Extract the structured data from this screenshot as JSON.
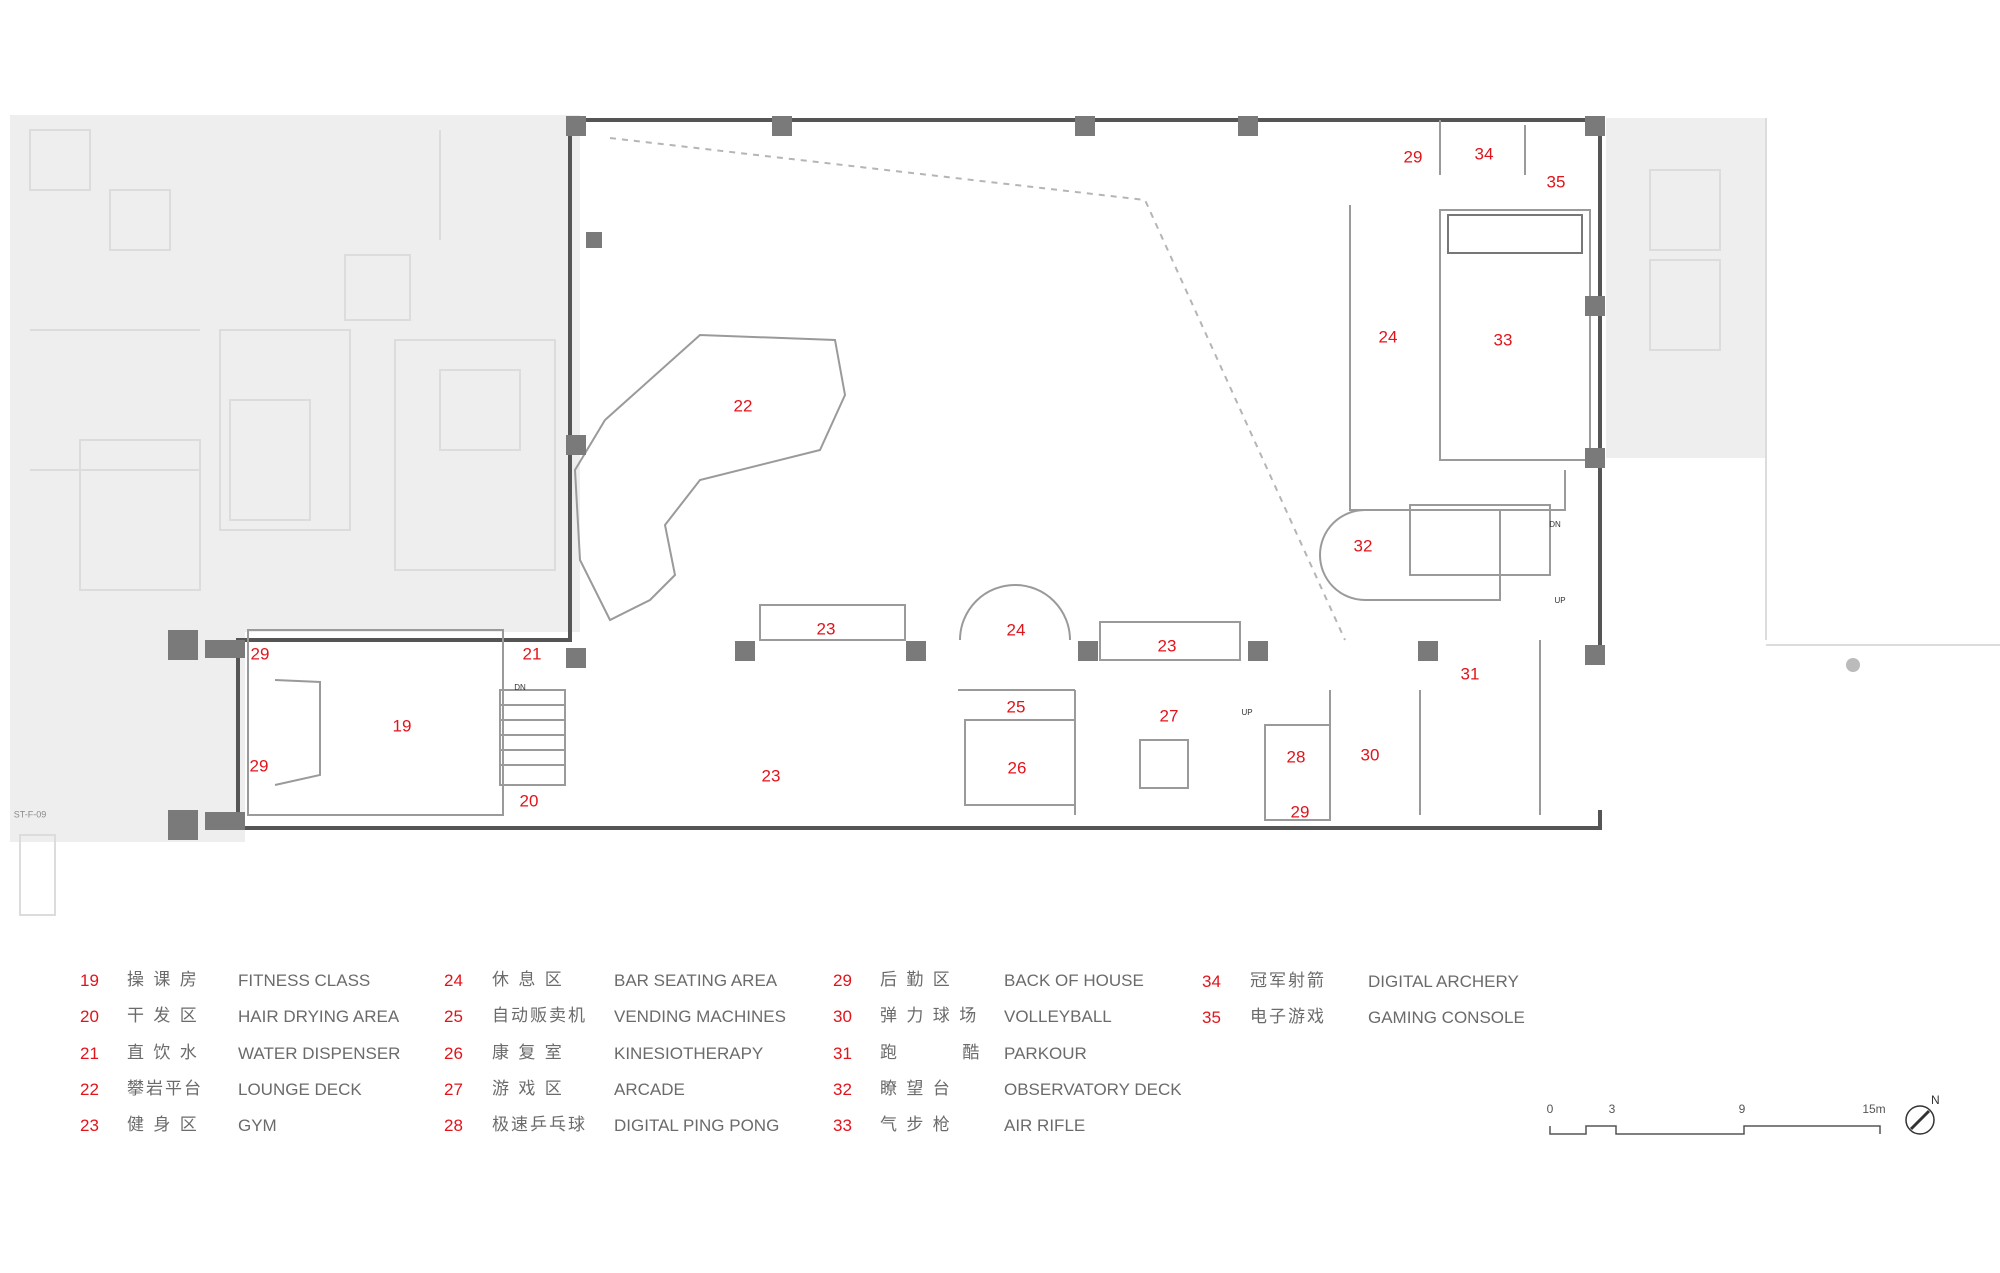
{
  "rooms": [
    {
      "id": "r19",
      "num": "19"
    },
    {
      "id": "r20",
      "num": "20"
    },
    {
      "id": "r21",
      "num": "21"
    },
    {
      "id": "r22",
      "num": "22"
    },
    {
      "id": "r23a",
      "num": "23"
    },
    {
      "id": "r23b",
      "num": "23"
    },
    {
      "id": "r23c",
      "num": "23"
    },
    {
      "id": "r24a",
      "num": "24"
    },
    {
      "id": "r24b",
      "num": "24"
    },
    {
      "id": "r25",
      "num": "25"
    },
    {
      "id": "r26",
      "num": "26"
    },
    {
      "id": "r27",
      "num": "27"
    },
    {
      "id": "r28",
      "num": "28"
    },
    {
      "id": "r29a",
      "num": "29"
    },
    {
      "id": "r29b",
      "num": "29"
    },
    {
      "id": "r29c",
      "num": "29"
    },
    {
      "id": "r29d",
      "num": "29"
    },
    {
      "id": "r30",
      "num": "30"
    },
    {
      "id": "r31",
      "num": "31"
    },
    {
      "id": "r32",
      "num": "32"
    },
    {
      "id": "r33",
      "num": "33"
    },
    {
      "id": "r34",
      "num": "34"
    },
    {
      "id": "r35",
      "num": "35"
    }
  ],
  "legend": [
    {
      "num": "19",
      "cn": "操 课 房",
      "en": "FITNESS CLASS"
    },
    {
      "num": "20",
      "cn": "干 发 区",
      "en": "HAIR DRYING AREA"
    },
    {
      "num": "21",
      "cn": "直 饮 水",
      "en": "WATER DISPENSER"
    },
    {
      "num": "22",
      "cn": "攀岩平台",
      "en": "LOUNGE DECK"
    },
    {
      "num": "23",
      "cn": "健 身 区",
      "en": "GYM"
    },
    {
      "num": "24",
      "cn": "休 息 区",
      "en": "BAR SEATING AREA"
    },
    {
      "num": "25",
      "cn": "自动贩卖机",
      "en": "VENDING MACHINES"
    },
    {
      "num": "26",
      "cn": "康 复 室",
      "en": "KINESIOTHERAPY"
    },
    {
      "num": "27",
      "cn": "游 戏 区",
      "en": "ARCADE"
    },
    {
      "num": "28",
      "cn": "极速乒乓球",
      "en": "DIGITAL PING PONG"
    },
    {
      "num": "29",
      "cn": "后 勤 区",
      "en": "BACK OF HOUSE"
    },
    {
      "num": "30",
      "cn": "弹 力 球 场",
      "en": "VOLLEYBALL"
    },
    {
      "num": "31",
      "cn": "跑 酷",
      "en": "PARKOUR"
    },
    {
      "num": "32",
      "cn": "瞭 望 台",
      "en": "OBSERVATORY DECK"
    },
    {
      "num": "33",
      "cn": "气 步 枪",
      "en": "AIR RIFLE"
    },
    {
      "num": "34",
      "cn": "冠军射箭",
      "en": "DIGITAL ARCHERY"
    },
    {
      "num": "35",
      "cn": "电子游戏",
      "en": "GAMING CONSOLE"
    }
  ],
  "stair_labels": {
    "dn": "DN",
    "up": "UP"
  },
  "adjacent_tag": "ST-F-09",
  "scale": {
    "ticks": [
      "0",
      "3",
      "9",
      "15m"
    ]
  },
  "north": "N",
  "colors": {
    "label_red": "#e0141b",
    "wall": "#555555",
    "column": "#7a7a7a",
    "context": "#eeeeee"
  }
}
